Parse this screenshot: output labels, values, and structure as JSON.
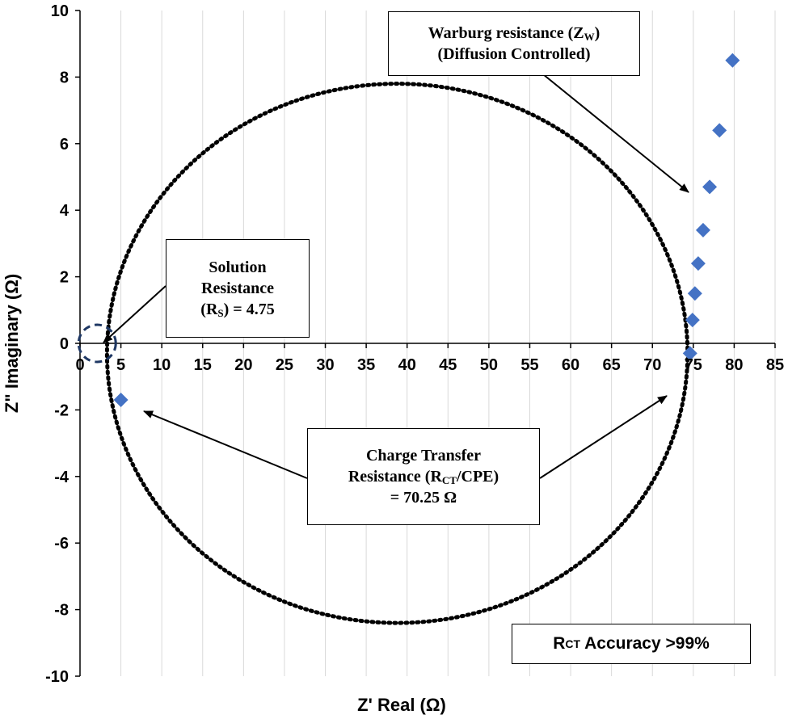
{
  "chart_data": {
    "type": "scatter",
    "xlabel": "Z' Real (Ω)",
    "ylabel": "Z\" Imaginary (Ω)",
    "xlim": [
      0,
      85
    ],
    "ylim": [
      -10,
      10
    ],
    "x_ticks": [
      0,
      5,
      10,
      15,
      20,
      25,
      30,
      35,
      40,
      45,
      50,
      55,
      60,
      65,
      70,
      75,
      80,
      85
    ],
    "y_ticks": [
      10,
      8,
      6,
      4,
      2,
      0,
      -2,
      -4,
      -6,
      -8,
      -10
    ],
    "series": [
      {
        "marker": "diamond",
        "color": "#4472C4",
        "points": [
          {
            "x": 5.0,
            "y": -1.7
          },
          {
            "x": 74.6,
            "y": -0.3
          },
          {
            "x": 74.9,
            "y": 0.7
          },
          {
            "x": 75.2,
            "y": 1.5
          },
          {
            "x": 75.6,
            "y": 2.4
          },
          {
            "x": 76.2,
            "y": 3.4
          },
          {
            "x": 77.0,
            "y": 4.7
          },
          {
            "x": 78.2,
            "y": 6.4
          },
          {
            "x": 79.8,
            "y": 8.5
          }
        ]
      }
    ],
    "annotations": {
      "warburg": {
        "line1": "Warburg resistance (Z",
        "sub": "W",
        "line1_end": ")",
        "line2": "(Diffusion Controlled)"
      },
      "solution": {
        "line1": "Solution",
        "line2": "Resistance",
        "line3_pre": "(R",
        "sub": "S",
        "line3_post": ") = 4.75"
      },
      "charge": {
        "line1": "Charge Transfer",
        "line2_pre": "Resistance (R",
        "sub": "CT",
        "line2_post": "/CPE)",
        "line3": "= 70.25 Ω"
      },
      "accuracy": {
        "pre": "R",
        "sub": "CT",
        "post": " Accuracy >99%"
      }
    },
    "grid": "vertical",
    "legend": "none"
  }
}
